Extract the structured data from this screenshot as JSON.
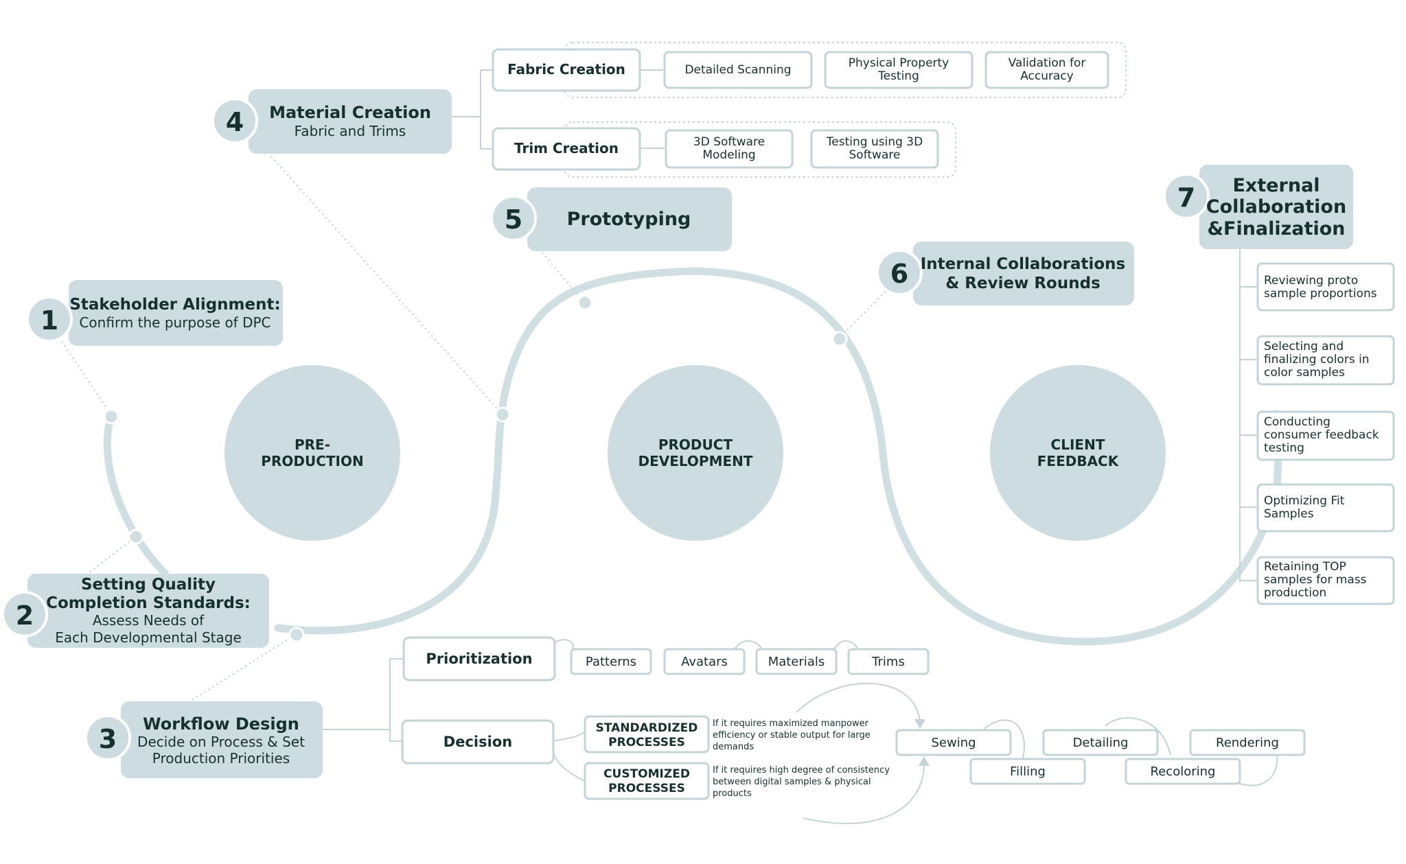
{
  "colors": {
    "accent": "#cddce0",
    "curve": "#cfdfe2",
    "border": "#c3d3d7",
    "dotted": "#b9cacd",
    "text": "#16302f",
    "background": "#ffffff"
  },
  "stages": {
    "pre_production": [
      "PRE-",
      "PRODUCTION"
    ],
    "product_development": [
      "PRODUCT",
      "DEVELOPMENT"
    ],
    "client_feedback": [
      "CLIENT",
      "FEEDBACK"
    ]
  },
  "steps": [
    {
      "num": "1",
      "title": [
        "Stakeholder Alignment:"
      ],
      "sub": [
        "Confirm the purpose of DPC"
      ]
    },
    {
      "num": "2",
      "title": [
        "Setting Quality",
        "Completion Standards:"
      ],
      "sub": [
        "Assess Needs of",
        "Each Developmental Stage"
      ]
    },
    {
      "num": "3",
      "title": [
        "Workflow Design"
      ],
      "sub": [
        "Decide on Process & Set",
        "Production Priorities"
      ]
    },
    {
      "num": "4",
      "title": [
        "Material Creation"
      ],
      "sub": [
        "Fabric and Trims"
      ]
    },
    {
      "num": "5",
      "title": [
        "Prototyping"
      ],
      "sub": []
    },
    {
      "num": "6",
      "title": [
        "Internal Collaborations",
        "& Review Rounds"
      ],
      "sub": []
    },
    {
      "num": "7",
      "title": [
        "External",
        "Collaboration",
        "&Finalization"
      ],
      "sub": []
    }
  ],
  "material": {
    "fabric": {
      "label": "Fabric Creation",
      "chips": [
        [
          "Detailed Scanning"
        ],
        [
          "Physical Property",
          "Testing"
        ],
        [
          "Validation for",
          "Accuracy"
        ]
      ]
    },
    "trim": {
      "label": "Trim Creation",
      "chips": [
        [
          "3D Software",
          "Modeling"
        ],
        [
          "Testing using 3D",
          "Software"
        ]
      ]
    }
  },
  "finalization_items": [
    [
      "Reviewing proto",
      "sample proportions"
    ],
    [
      "Selecting and",
      "finalizing colors in",
      "color samples"
    ],
    [
      "Conducting",
      "consumer feedback",
      "testing"
    ],
    [
      "Optimizing Fit",
      "Samples"
    ],
    [
      "Retaining TOP",
      "samples for mass",
      "production"
    ]
  ],
  "workflow": {
    "prioritization": {
      "label": "Prioritization",
      "chips": [
        "Patterns",
        "Avatars",
        "Materials",
        "Trims"
      ]
    },
    "decision": {
      "label": "Decision",
      "standardized": {
        "label": [
          "STANDARDIZED",
          "PROCESSES"
        ],
        "note": [
          "If it requires maximized manpower",
          "efficiency or stable output for large",
          "demands"
        ]
      },
      "customized": {
        "label": [
          "CUSTOMIZED",
          "PROCESSES"
        ],
        "note": [
          "If it requires high degree of consistency",
          "between digital samples & physical",
          "products"
        ]
      }
    },
    "production_steps": [
      "Sewing",
      "Filling",
      "Detailing",
      "Recoloring",
      "Rendering"
    ]
  }
}
